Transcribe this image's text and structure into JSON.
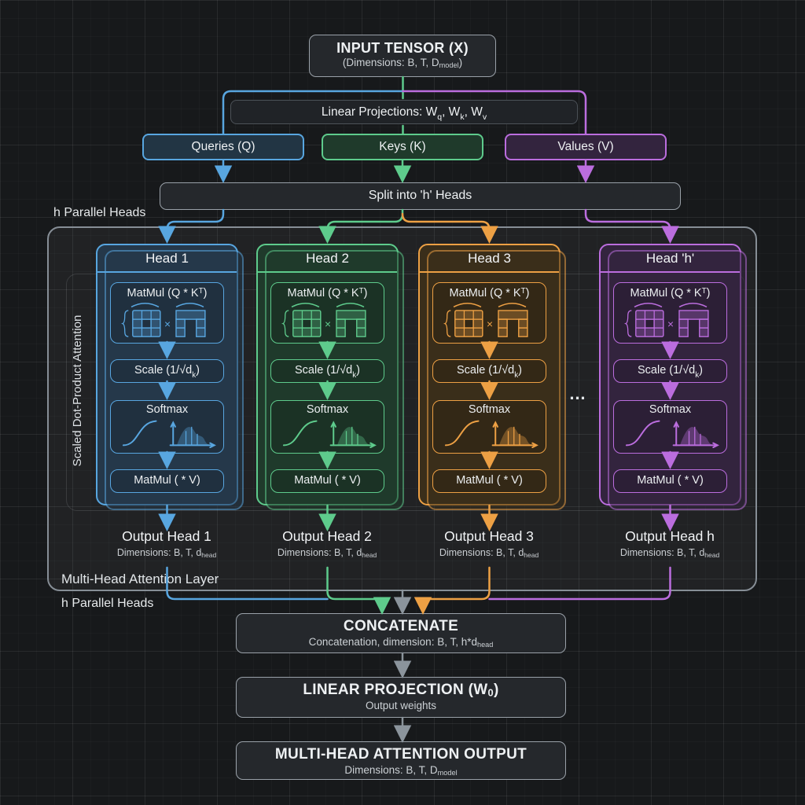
{
  "input_tensor": {
    "title": "INPUT TENSOR (X)",
    "dims": [
      [
        "t",
        "(Dimensions: B, T, D"
      ],
      [
        "sub",
        "model"
      ],
      [
        "t",
        ")"
      ]
    ]
  },
  "linear_projections": {
    "label": [
      [
        "t",
        "Linear Projections: W"
      ],
      [
        "sub",
        "q"
      ],
      [
        "t",
        ", W"
      ],
      [
        "sub",
        "k"
      ],
      [
        "t",
        ", W"
      ],
      [
        "sub",
        "v"
      ]
    ]
  },
  "qkv": [
    {
      "label": "Queries (Q)",
      "color": "#58a6e0",
      "fill": "#223544"
    },
    {
      "label": "Keys (K)",
      "color": "#5ecb8c",
      "fill": "#1f3a2b"
    },
    {
      "label": "Values (V)",
      "color": "#bb6dde",
      "fill": "#33243e"
    }
  ],
  "split": {
    "label": "Split into 'h' Heads"
  },
  "labels": {
    "h_parallel_top": "h Parallel Heads",
    "h_parallel_bottom": "h Parallel Heads",
    "mha_layer": "Multi-Head Attention Layer",
    "sdpa": "Scaled Dot-Product Attention",
    "ellipsis": "…"
  },
  "ops": {
    "matmul_qk": [
      [
        "t",
        "MatMul (Q * K"
      ],
      [
        "sup",
        "T"
      ],
      [
        "t",
        ")"
      ]
    ],
    "scale": [
      [
        "t",
        "Scale (1/√d"
      ],
      [
        "sub",
        "k"
      ],
      [
        "t",
        ")"
      ]
    ],
    "softmax": "Softmax",
    "matmul_v": "MatMul ( * V)"
  },
  "heads": [
    {
      "title": "Head 1",
      "color": "#58a6e0",
      "fill": "#25384a",
      "box_fill": "#20303f"
    },
    {
      "title": "Head 2",
      "color": "#5ecb8c",
      "fill": "#1f3a2b",
      "box_fill": "#1b3225"
    },
    {
      "title": "Head 3",
      "color": "#eda044",
      "fill": "#3a2e1a",
      "box_fill": "#332816"
    },
    {
      "title": "Head 'h'",
      "color": "#bb6dde",
      "fill": "#33243e",
      "box_fill": "#2c1f36"
    }
  ],
  "outputs": [
    {
      "title": "Output Head 1"
    },
    {
      "title": "Output Head 2"
    },
    {
      "title": "Output Head 3"
    },
    {
      "title": "Output Head h"
    }
  ],
  "outputs_dims": [
    [
      "t",
      "Dimensions: B, T, d"
    ],
    [
      "sub",
      "head"
    ]
  ],
  "concat": {
    "title": "CONCATENATE",
    "subtitle": [
      [
        "t",
        "Concatenation, dimension: B, T, h*d"
      ],
      [
        "sub",
        "head"
      ]
    ]
  },
  "linear_out": {
    "title": [
      [
        "t",
        "LINEAR PROJECTION (W"
      ],
      [
        "sub",
        "0"
      ],
      [
        "t",
        ")"
      ]
    ],
    "subtitle": "Output weights"
  },
  "final_out": {
    "title": "MULTI-HEAD ATTENTION OUTPUT",
    "dims": [
      [
        "t",
        "Dimensions: B, T, D"
      ],
      [
        "sub",
        "model"
      ]
    ]
  },
  "colors": {
    "blue": "#58a6e0",
    "green": "#5ecb8c",
    "orange": "#eda044",
    "purple": "#bb6dde",
    "gray": "#8b949c",
    "background": "#17191b"
  }
}
